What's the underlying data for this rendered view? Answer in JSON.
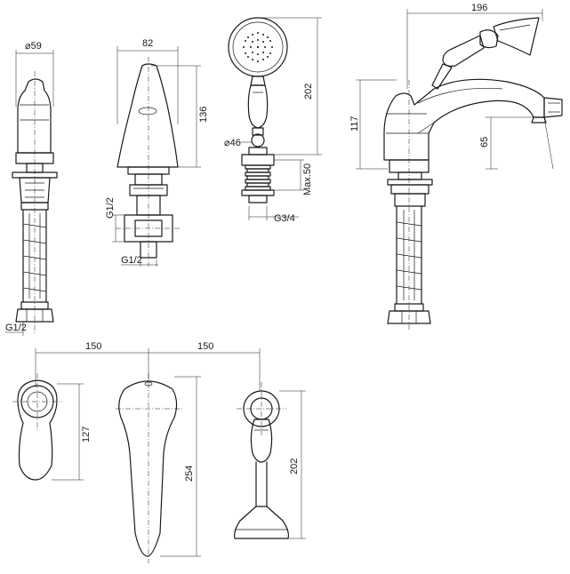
{
  "dimensions": {
    "diameter_59": "⌀59",
    "width_82": "82",
    "height_136": "136",
    "handshower_202": "202",
    "diameter_46": "⌀46",
    "max_50": "Max.50",
    "thread_g34": "G3/4",
    "width_196": "196",
    "height_117": "117",
    "height_65": "65",
    "thread_g12_a": "G1/2",
    "thread_g12_b": "G1/2",
    "thread_g12_c": "G1/2",
    "spacing_150_left": "150",
    "spacing_150_right": "150",
    "depth_127": "127",
    "depth_254": "254",
    "depth_202": "202"
  }
}
